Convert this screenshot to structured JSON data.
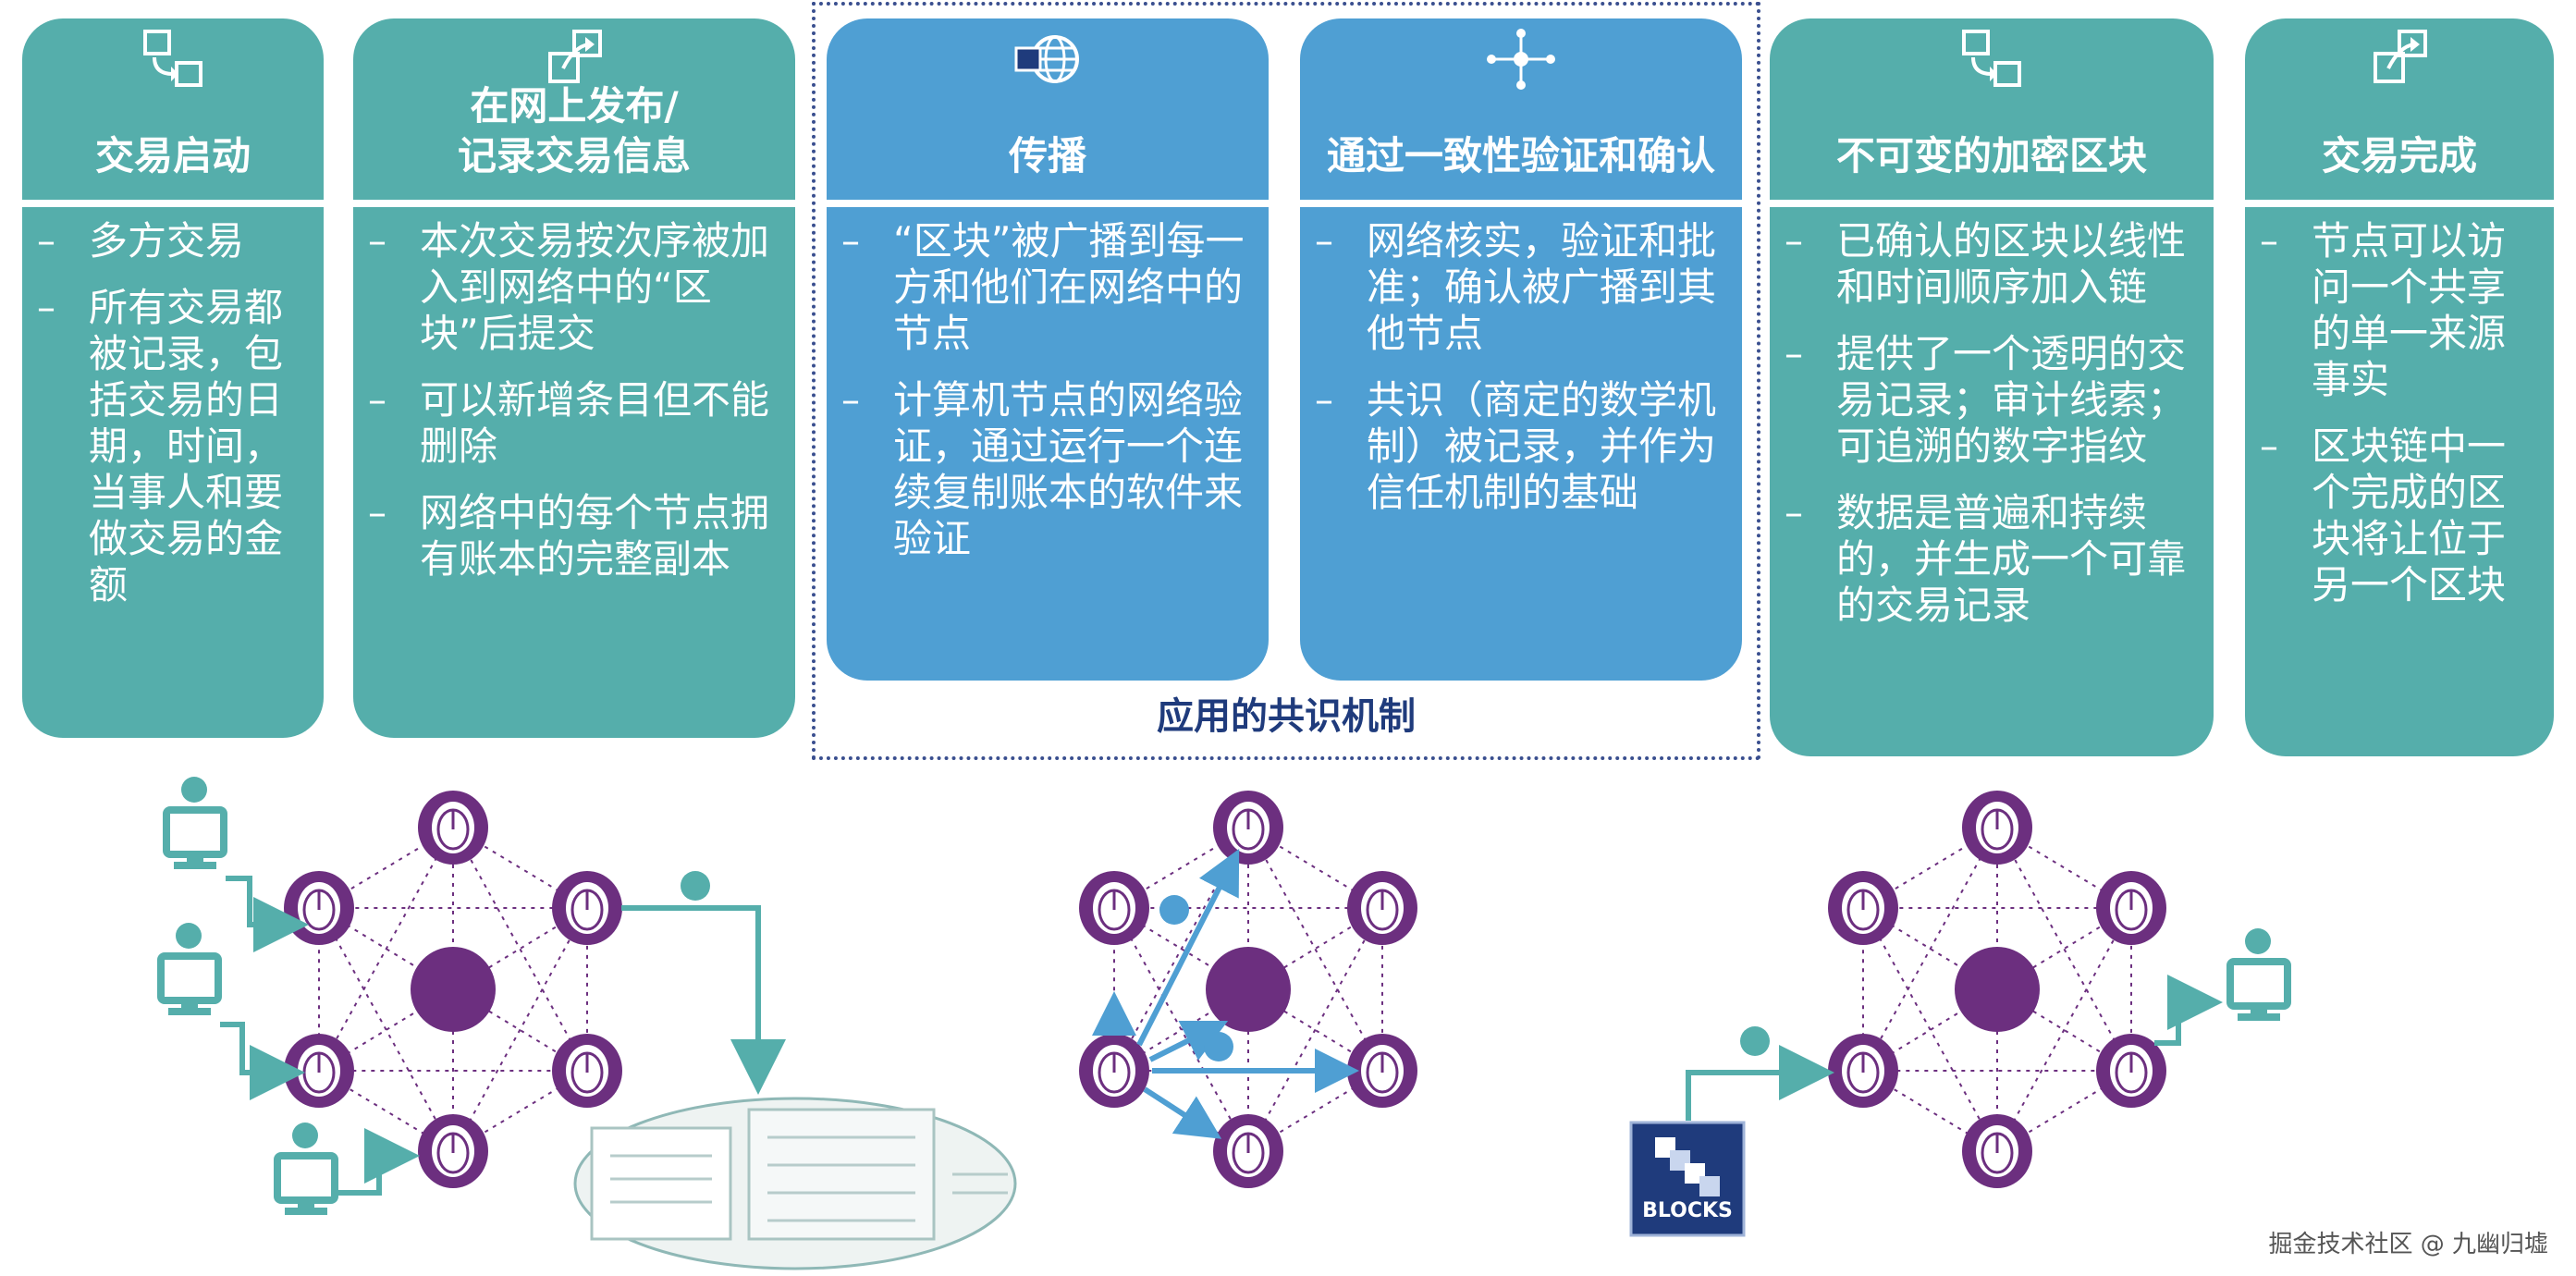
{
  "columns": [
    {
      "title": "交易启动",
      "bullets": [
        "多方交易",
        "所有交易都被记录，包括交易的日期，时间，当事人和要做交易的金额"
      ]
    },
    {
      "title": "在网上发布/\n记录交易信息",
      "bullets": [
        "本次交易按次序被加入到网络中的“区块”后提交",
        "可以新增条目但不能删除",
        "网络中的每个节点拥有账本的完整副本"
      ]
    },
    {
      "title": "传播",
      "bullets": [
        "“区块”被广播到每一方和他们在网络中的节点",
        "计算机节点的网络验证，通过运行一个连续复制账本的软件来验证"
      ]
    },
    {
      "title": "通过一致性验证和确认",
      "bullets": [
        "网络核实，验证和批准；确认被广播到其他节点",
        "共识（商定的数学机制）被记录，并作为信任机制的基础"
      ]
    },
    {
      "title": "不可变的加密区块",
      "bullets": [
        "已确认的区块以线性和时间顺序加入链",
        "提供了一个透明的交易记录；审计线索；可追溯的数字指纹",
        "数据是普遍和持续的，并生成一个可靠的交易记录"
      ]
    },
    {
      "title": "交易完成",
      "bullets": [
        "节点可以访问一个共享的单一来源事实",
        "区块链中一个完成的区块将让位于另一个区块"
      ]
    }
  ],
  "consensus_label": "应用的共识机制",
  "blocks_label": "BLOCKS",
  "watermark": "掘金技术社区 @ 九幽归墟",
  "colors": {
    "teal": "#55AEAB",
    "blue": "#4F9FD3",
    "purple": "#6C2F7F",
    "arrow_blue": "#4F9FD3",
    "navy": "#1F3B7C"
  }
}
